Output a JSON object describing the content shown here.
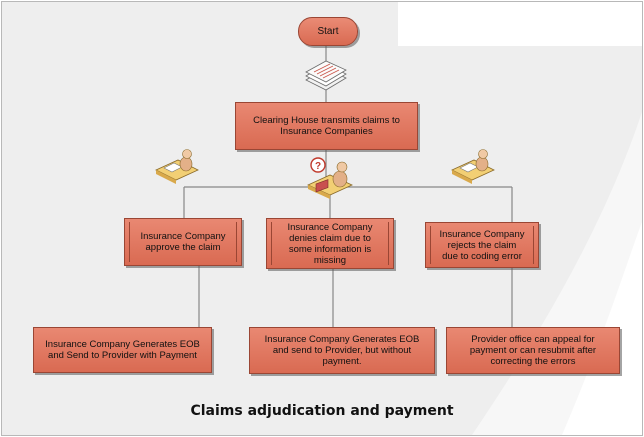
{
  "diagram": {
    "start_label": "Start",
    "nodes": {
      "clearing_house": "Clearing House transmits claims to\nInsurance Companies",
      "approve": "Insurance Company\napprove the claim",
      "deny": "Insurance Company\ndenies claim due to\nsome information is\nmissing",
      "reject": "Insurance Company\nrejects the claim\ndue to coding error",
      "eob_payment": "Insurance Company Generates EOB\nand Send to Provider with Payment",
      "eob_no_payment": "Insurance Company Generates EOB\nand send to Provider, but without\npayment.",
      "appeal": "Provider office can appeal for\npayment or can resubmit after\ncorrecting the errors"
    },
    "icons": {
      "documents": "document-stack-icon",
      "approve": "person-at-desk-icon",
      "deny": "person-question-icon",
      "reject": "person-at-desk-icon"
    },
    "title": "Claims adjudication and payment"
  },
  "colors": {
    "box_fill": "#e07a62",
    "box_border": "#9a4634",
    "background": "#eeeeee",
    "connector": "#888888"
  }
}
